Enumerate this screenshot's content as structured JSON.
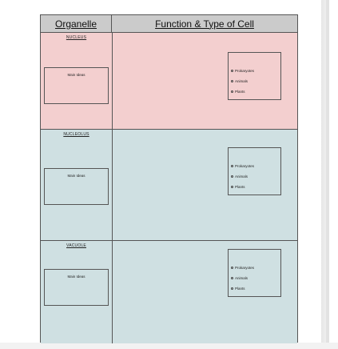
{
  "headers": {
    "organelle": "Organelle",
    "function": "Function & Type of Cell"
  },
  "rows": [
    {
      "name": "NUCLEUS",
      "main_ideas": "Main Ideas",
      "options": [
        "Prokaryotes",
        "Animals",
        "Plants"
      ],
      "color": "#f3cfcf"
    },
    {
      "name": "NUCLEOLUS",
      "main_ideas": "Main Ideas",
      "options": [
        "Prokaryotes",
        "Animals",
        "Plants"
      ],
      "color": "#cfe0e2"
    },
    {
      "name": "VACUOLE",
      "main_ideas": "Main Ideas",
      "options": [
        "Prokaryotes",
        "Animals",
        "Plants"
      ],
      "color": "#cfe0e2"
    }
  ]
}
